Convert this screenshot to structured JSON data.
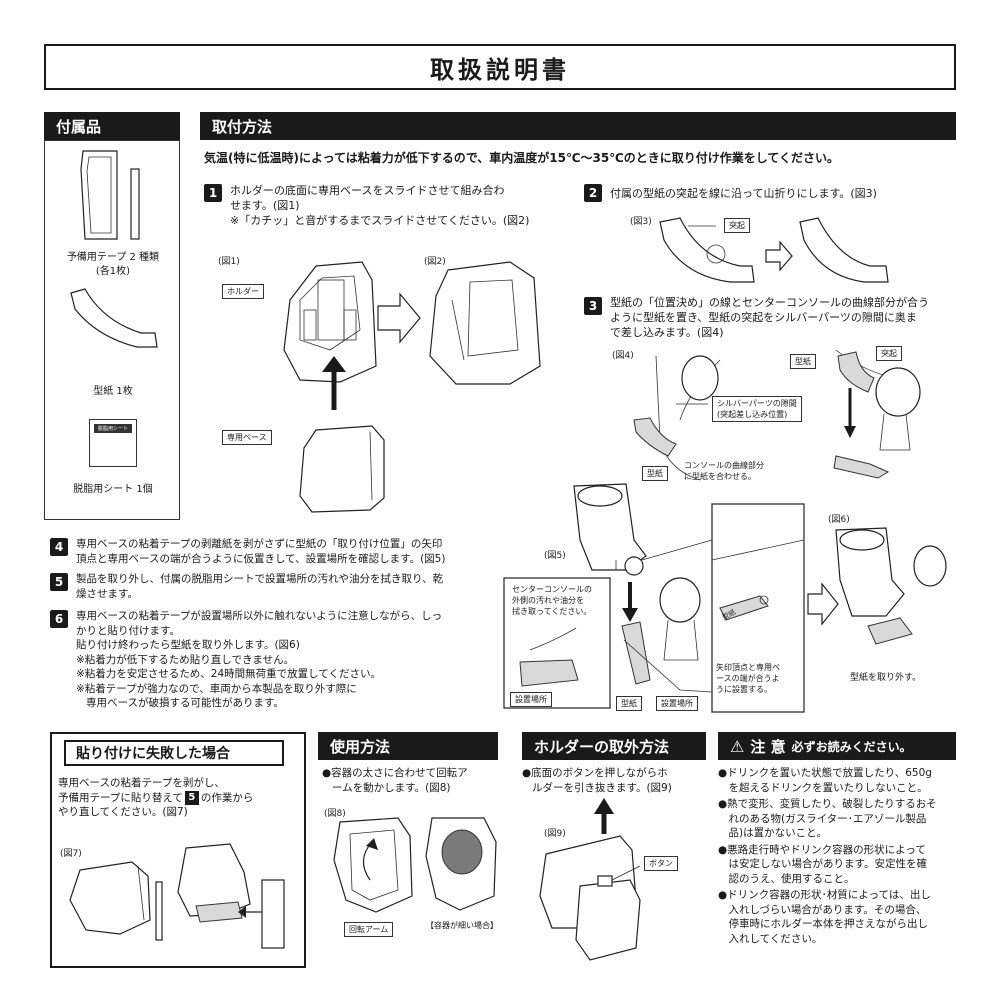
{
  "title": "取扱説明書",
  "accessories": {
    "header": "付属品",
    "tape_label": "予備用テープ 2 種類",
    "tape_count": "(各1枚)",
    "template_label": "型紙 1枚",
    "sheet_text": "脱脂用シート",
    "sheet_label": "脱脂用シート 1個"
  },
  "install": {
    "header": "取付方法",
    "intro": "気温(特に低温時)によっては粘着力が低下するので、車内温度が15℃〜35℃のときに取り付け作業をしてください。",
    "step1": {
      "num": "1",
      "line1": "ホルダーの底面に専用ベースをスライドさせて組み合わ",
      "line2": "せます。(図1)",
      "line3": "※「カチッ」と音がするまでスライドさせてください。(図2)"
    },
    "step2": {
      "num": "2",
      "text": "付属の型紙の突起を線に沿って山折りにします。(図3)"
    },
    "step3": {
      "num": "3",
      "line1": "型紙の「位置決め」の線とセンターコンソールの曲線部分が合う",
      "line2": "ように型紙を置き、型紙の突起をシルバーパーツの隙間に奥ま",
      "line3": "で差し込みます。(図4)"
    },
    "step4": {
      "num": "4",
      "line1": "専用ベースの粘着テープの剥離紙を剥がさずに型紙の「取り付け位置」の矢印",
      "line2": "頂点と専用ベースの端が合うように仮置きして、設置場所を確認します。(図5)"
    },
    "step5": {
      "num": "5",
      "line1": "製品を取り外し、付属の脱脂用シートで設置場所の汚れや油分を拭き取り、乾",
      "line2": "燥させます。"
    },
    "step6": {
      "num": "6",
      "line1": "専用ベースの粘着テープが設置場所以外に触れないように注意しながら、しっ",
      "line2": "かりと貼り付けます。",
      "line3": "貼り付け終わったら型紙を取り外します。(図6)",
      "line4": "※粘着力が低下するため貼り直しできません。",
      "line5": "※粘着力を安定させるため、24時間無荷重で放置してください。",
      "line6": "※粘着テープが強力なので、車両から本製品を取り外す際に",
      "line7": "専用ベースが破損する可能性があります。"
    },
    "fig1": "(図1)",
    "fig2": "(図2)",
    "fig3": "(図3)",
    "fig4": "(図4)",
    "fig5": "(図5)",
    "fig6": "(図6)",
    "holder": "ホルダー",
    "base": "専用ベース",
    "tokki": "突起",
    "katagami": "型紙",
    "silver_gap_1": "シルバーパーツの隙間",
    "silver_gap_2": "(突起差し込み位置)",
    "console_curve_1": "コンソールの曲線部分",
    "console_curve_2": "に型紙を合わせる。",
    "center_console_1": "センターコンソールの",
    "center_console_2": "外側の汚れや油分を",
    "center_console_3": "拭き取ってください。",
    "install_place": "設置場所",
    "arrow_apex_1": "矢印頂点と専用ベ",
    "arrow_apex_2": "ースの端が合うよ",
    "arrow_apex_3": "うに設置する。",
    "template_tag": "型紙",
    "remove_template": "型紙を取り外す。"
  },
  "failure": {
    "header": "貼り付けに失敗した場合",
    "line1": "専用ベースの粘着テープを剥がし、",
    "line2a": "予備用テープに貼り替えて",
    "num": "5",
    "line2b": "の作業から",
    "line3": "やり直してください。(図7)",
    "fig7": "(図7)"
  },
  "usage": {
    "header": "使用方法",
    "line1": "●容器の太さに合わせて回転ア",
    "line2": "ームを動かします。(図8)",
    "fig8": "(図8)",
    "arm": "回転アーム",
    "thin": "【容器が細い場合】"
  },
  "removal": {
    "header": "ホルダーの取外方法",
    "line1": "●底面のボタンを押しながらホ",
    "line2": "ルダーを引き抜きます。(図9)",
    "fig9": "(図9)",
    "button": "ボタン"
  },
  "caution": {
    "icon": "⚠",
    "header": "注 意",
    "sub": "必ずお読みください。",
    "items": [
      [
        "●ドリンクを置いた状態で放置したり、650g",
        "　を超えるドリンクを置いたりしないこと。"
      ],
      [
        "●熱で変形、変質したり、破裂したりするおそ",
        "　れのある物(ガスライター･エアゾール製品",
        "　品)は置かないこと。"
      ],
      [
        "●悪路走行時やドリンク容器の形状によって",
        "　は安定しない場合があります。安定性を確",
        "　認のうえ、使用すること。"
      ],
      [
        "●ドリンク容器の形状･材質によっては、出し",
        "　入れしづらい場合があります。その場合、",
        "　停車時にホルダー本体を押さえながら出し",
        "　入れしてください。"
      ]
    ]
  }
}
